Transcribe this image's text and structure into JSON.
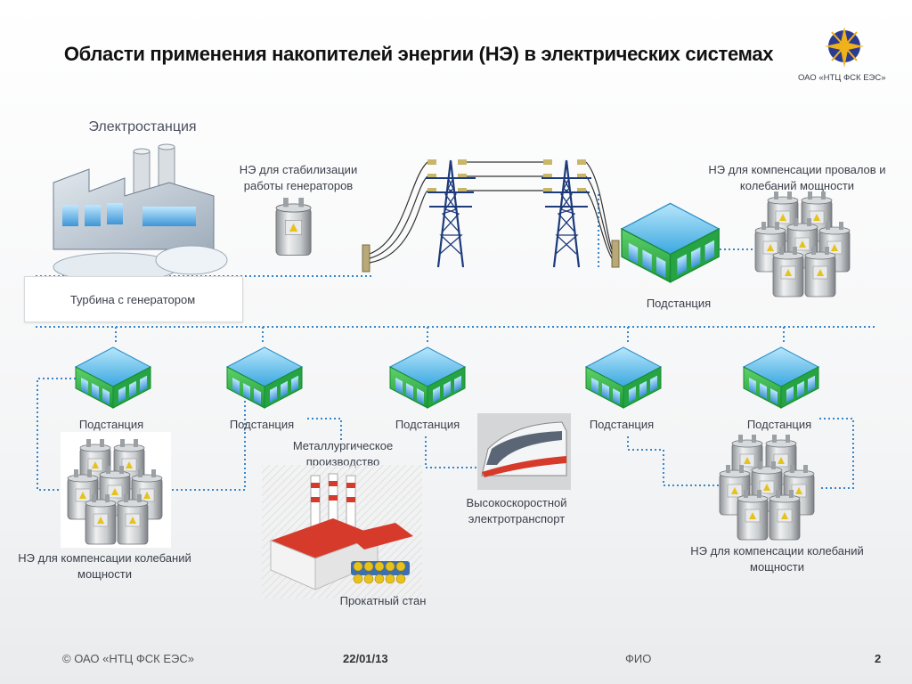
{
  "title": "Области применения накопителей энергии (НЭ)  в электрических системах",
  "logo": {
    "org": "ОАО «НТЦ ФСК ЕЭС»"
  },
  "top": {
    "power_plant": "Электростанция",
    "turbine": "Турбина с генератором",
    "ne_stab": "НЭ для стабилизации работы генераторов",
    "ne_comp_dips": "НЭ для компенсации провалов и колебаний мощности",
    "substation": "Подстанция"
  },
  "bottom": {
    "substations": [
      "Подстанция",
      "Подстанция",
      "Подстанция",
      "Подстанция",
      "Подстанция"
    ],
    "metallurgy": "Металлургическое производство",
    "rolling_mill": "Прокатный стан",
    "hs_transport": "Высокоскоростной электротранспорт",
    "ne_comp_left": "НЭ для компенсации колебаний мощности",
    "ne_comp_right": "НЭ для компенсации колебаний мощности"
  },
  "footer": {
    "copyright": "© ОАО «НТЦ ФСК ЕЭС»",
    "date": "22/01/13",
    "author": "ФИО",
    "page": "2"
  },
  "colors": {
    "line_blue": "#3a86c8",
    "roof_blue": "#4fb3e8",
    "body_green": "#2db04b",
    "tower_blue": "#1d3a7a",
    "metal_red": "#d63a2a"
  }
}
